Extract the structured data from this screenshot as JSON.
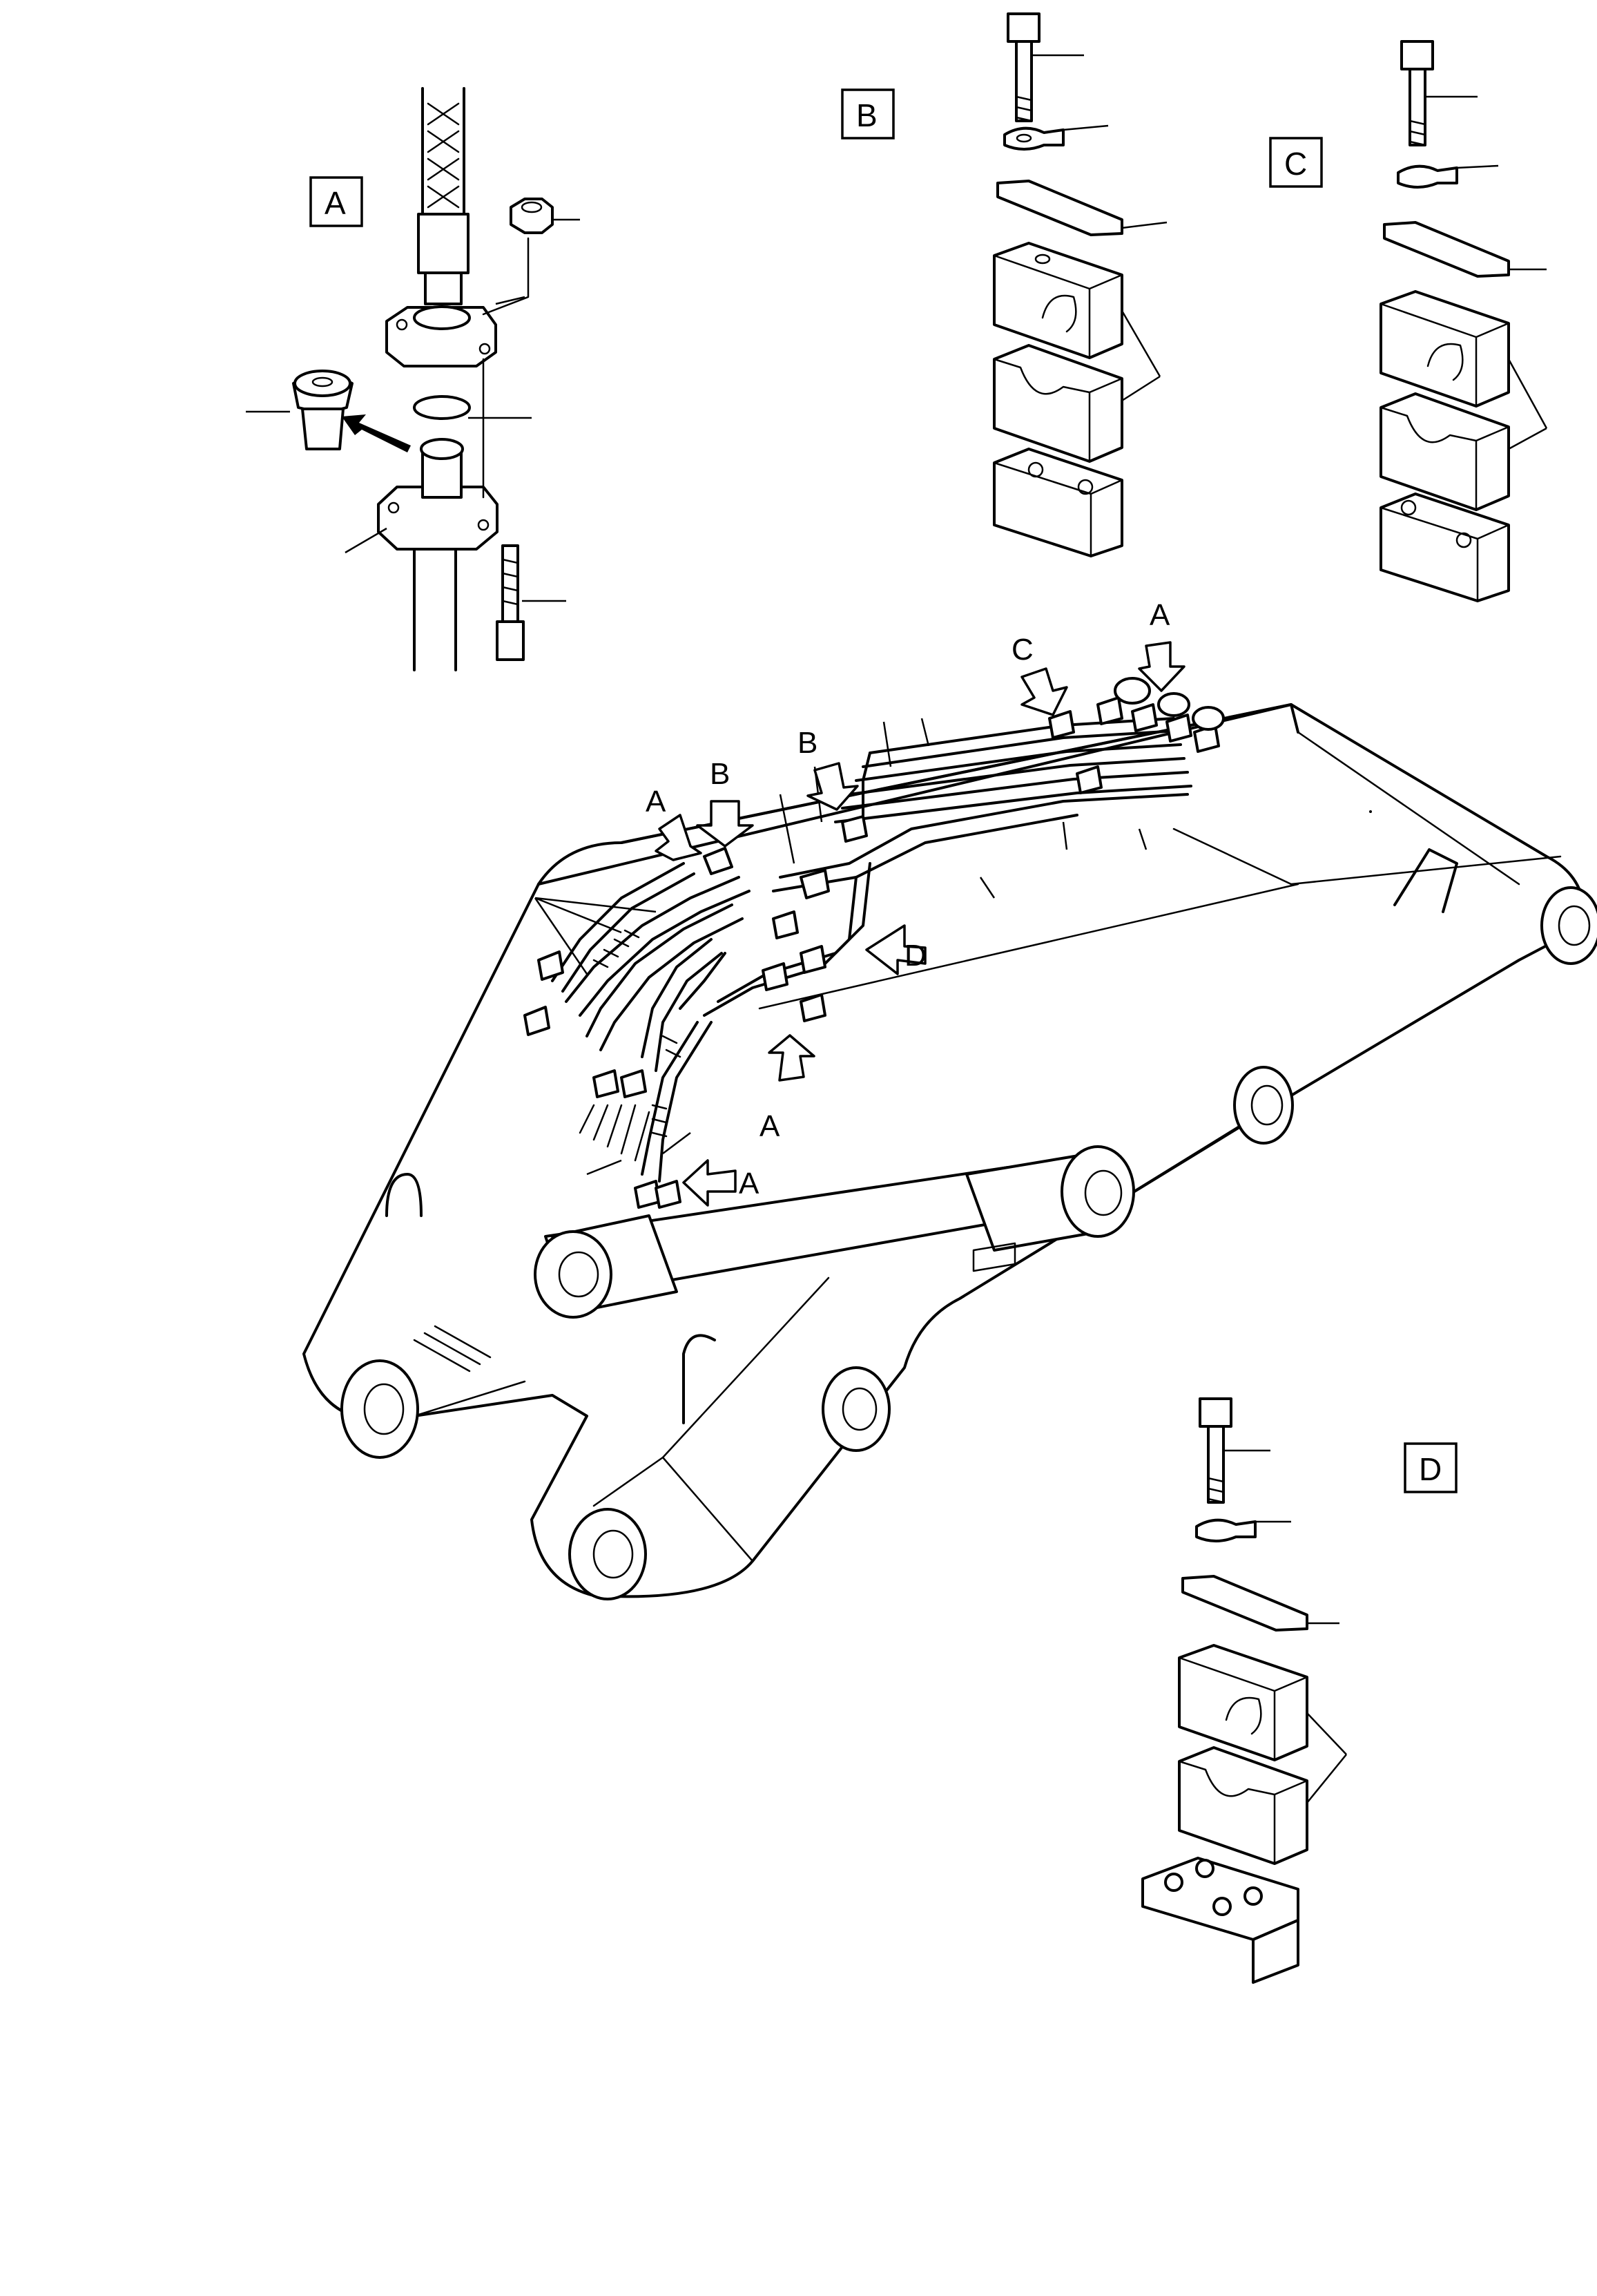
{
  "views": {
    "A": {
      "label": "A"
    },
    "B": {
      "label": "B"
    },
    "C": {
      "label": "C"
    },
    "D": {
      "label": "D"
    }
  },
  "callouts": {
    "c1": "A",
    "c2": "B",
    "c3": "B",
    "c4": "C",
    "c5": "A",
    "c6": "D",
    "c7": "A",
    "c8": "A"
  }
}
